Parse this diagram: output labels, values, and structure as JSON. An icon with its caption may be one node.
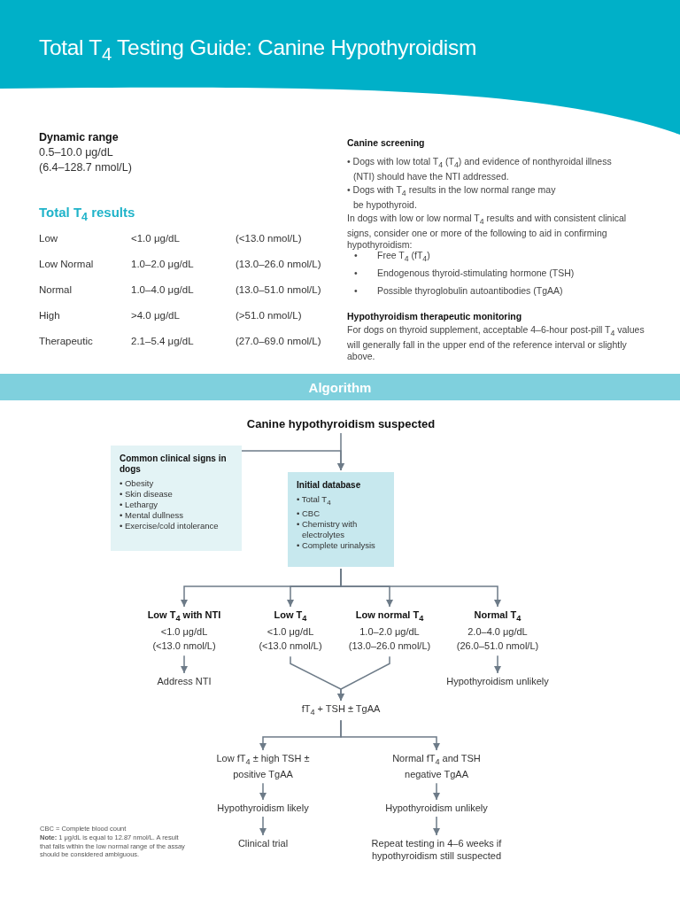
{
  "diagram": {
    "title": "Total T$_{4}$ Testing Guide: Canine Hypothyroidism",
    "nodes": [
      {
        "text": [
          "Canine hypothyroidism suspected"
        ]
      },
      {
        "text": [
          "Common clinical signs in dogs",
          "• Obesity",
          "• Skin disease",
          "• Lethargy",
          "• Mental dullness",
          "• Exercise/cold intolerance"
        ]
      },
      {
        "text": [
          "Initial database",
          "• Total T$_{4}$",
          "• CBC",
          "• Chemistry with electrolytes",
          "• Complete urinalysis"
        ]
      },
      {
        "text": [
          "Low T$_{4}$ with NTI",
          "<1.0 μg/dL",
          "(<13.0 nmol/L)"
        ]
      },
      {
        "text": [
          "Low T$_{4}$",
          "<1.0 μg/dL",
          "(<13.0 nmol/L)"
        ]
      },
      {
        "text": [
          "Low normal T$_{4}$",
          "1.0–2.0 μg/dL",
          "(13.0–26.0 nmol/L)"
        ]
      },
      {
        "text": [
          "Normal T$_{4}$",
          "2.0–4.0 μg/dL",
          "(26.0–51.0 nmol/L)"
        ]
      },
      {
        "text": [
          "Address NTI"
        ]
      },
      {
        "text": [
          "Hypothyroidism unlikely"
        ]
      },
      {
        "text": [
          "fT$_{4}$ + TSH ± TgAA"
        ]
      },
      {
        "text": [
          "Low fT$_{4}$ ± high TSH ± positive TgAA"
        ]
      },
      {
        "text": [
          "Normal fT$_{4}$ and TSH negative TgAA"
        ]
      },
      {
        "text": [
          "Hypothyroidism likely"
        ]
      },
      {
        "text": [
          "Hypothyroidism unlikely"
        ]
      },
      {
        "text": [
          "Clinical trial"
        ]
      },
      {
        "text": [
          "Repeat testing in 4–6 weeks if hypothyroidism still suspected"
        ]
      }
    ],
    "edges": [
      {
        "from": 0,
        "to": 2,
        "arrow": "to"
      },
      {
        "from": 1,
        "to": 2,
        "arrow": "to"
      },
      {
        "from": 2,
        "to": 3,
        "arrow": "to"
      },
      {
        "from": 2,
        "to": 4,
        "arrow": "to"
      },
      {
        "from": 2,
        "to": 5,
        "arrow": "to"
      },
      {
        "from": 2,
        "to": 6,
        "arrow": "to"
      },
      {
        "from": 3,
        "to": 7,
        "arrow": "to"
      },
      {
        "from": 6,
        "to": 8,
        "arrow": "to"
      },
      {
        "from": 4,
        "to": 9,
        "arrow": "to"
      },
      {
        "from": 5,
        "to": 9,
        "arrow": "to"
      },
      {
        "from": 9,
        "to": 10,
        "arrow": "to"
      },
      {
        "from": 9,
        "to": 11,
        "arrow": "to"
      },
      {
        "from": 10,
        "to": 12,
        "arrow": "to"
      },
      {
        "from": 11,
        "to": 13,
        "arrow": "to"
      },
      {
        "from": 12,
        "to": 14,
        "arrow": "to"
      },
      {
        "from": 13,
        "to": 15,
        "arrow": "to"
      }
    ],
    "labels": [
      "Dynamic range",
      "0.5–10.0 μg/dL",
      "(6.4–128.7 nmol/L)",
      "Total T$_{4}$ results",
      "Low",
      "<1.0 μg/dL",
      "(<13.0 nmol/L)",
      "Low Normal",
      "1.0–2.0 μg/dL",
      "(13.0–26.0 nmol/L)",
      "Normal",
      "1.0–4.0 μg/dL",
      "(13.0–51.0 nmol/L)",
      "High",
      ">4.0 μg/dL",
      "(>51.0 nmol/L)",
      "Therapeutic",
      "2.1–5.4 μg/dL",
      "(27.0–69.0 nmol/L)",
      "Canine screening",
      "• Dogs with low total T$_{4}$ (T$_{4}$) and evidence of nonthyroidal illness (NTI) should have the NTI addressed.",
      "• Dogs with T$_{4}$ results in the low normal range may be hypothyroid.",
      "In dogs with low or low normal T$_{4}$ results and with consistent clinical signs, consider one or more of the following to aid in confirming hypothyroidism:",
      "•",
      "Free T$_{4}$ (fT$_{4}$)",
      "•",
      "Endogenous thyroid-stimulating hormone (TSH)",
      "•",
      "Possible thyroglobulin autoantibodies (TgAA)",
      "Hypothyroidism therapeutic monitoring",
      "For dogs on thyroid supplement, acceptable 4–6-hour post-pill T$_{4}$ values will generally fall in the upper end of the reference interval or slightly above.",
      "Algorithm",
      "CBC = Complete blood count",
      "**Note:** 1 μg/dL is equal to 12.87 nmol/L. A result that falls within the low normal range of the assay should be considered ambiguous."
    ]
  }
}
